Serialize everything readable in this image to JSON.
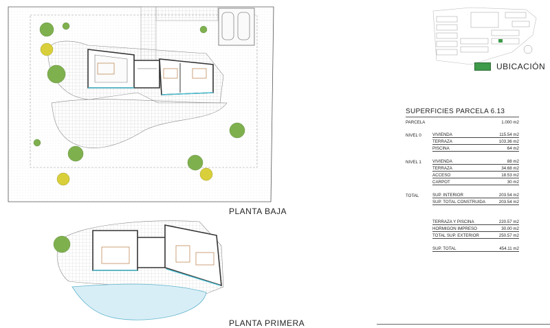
{
  "titles": {
    "ground": "PLANTA BAJA",
    "first": "PLANTA PRIMERA"
  },
  "legend": {
    "label": "UBICACIÓN",
    "color": "#3f9a4a"
  },
  "areas": {
    "title": "SUPERFICIES PARCELA 6.13",
    "parcela": {
      "label": "PARCELA",
      "value": "1.000 m2"
    },
    "nivel0": {
      "label": "NIVEL 0",
      "rows": [
        {
          "label": "VIVIENDA",
          "value": "115.54 m2"
        },
        {
          "label": "TERRAZA",
          "value": "103.36 m2"
        },
        {
          "label": "PISCINA",
          "value": "64 m2"
        }
      ]
    },
    "nivel1": {
      "label": "NIVEL 1",
      "rows": [
        {
          "label": "VIVIENDA",
          "value": "88 m2"
        },
        {
          "label": "TERRAZA",
          "value": "34.68 m2"
        },
        {
          "label": "ACCESO",
          "value": "18.53 m2"
        },
        {
          "label": "CARPOT",
          "value": "30 m2"
        }
      ]
    },
    "total": {
      "label": "TOTAL",
      "rows": [
        {
          "label": "SUP. INTERIOR",
          "value": "203.54 m2"
        },
        {
          "label": "SUP. TOTAL CONSTRUIDA",
          "value": "203.54 m2"
        }
      ]
    },
    "exterior": {
      "rows": [
        {
          "label": "TERRAZA Y PISCINA",
          "value": "220.57 m2"
        },
        {
          "label": "HORMIGON IMPRESO",
          "value": "30.00 m2"
        },
        {
          "label": "TOTAL SUP. EXTERIOR",
          "value": "250.57 m2"
        }
      ]
    },
    "grand": {
      "label": "SUP. TOTAL",
      "value": "454.11 m2"
    }
  }
}
